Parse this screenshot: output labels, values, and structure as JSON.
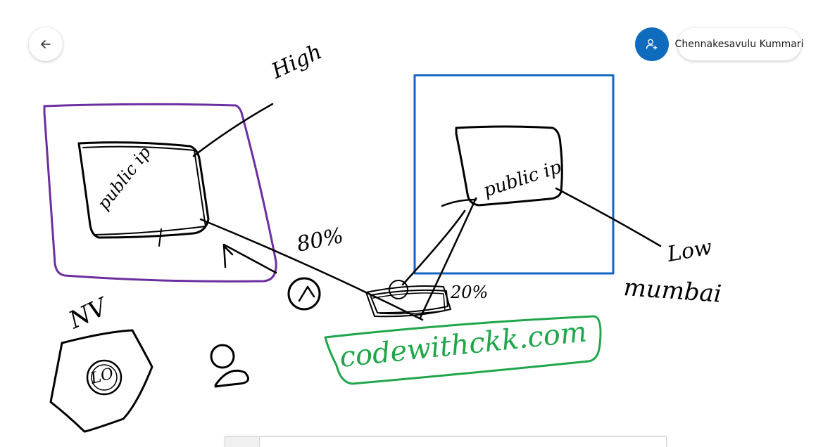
{
  "header": {
    "back_icon": "arrow-left-icon",
    "share_icon": "person-add-icon",
    "user_name": "Chennakesavulu Kummari"
  },
  "colors": {
    "accent": "#0f6cbd",
    "ink_black": "#000000",
    "ink_purple": "#6b2fa0",
    "ink_blue": "#1565c0",
    "ink_green": "#1fa64a"
  },
  "canvas": {
    "labels": {
      "high": "High",
      "public_left": "public ip",
      "public_right": "public ip",
      "percent_80": "80%",
      "percent_20": "20%",
      "low": "Low",
      "mumbai": "mumbai",
      "nv": "NV",
      "lo": "LO",
      "website": "codewithckk.com"
    }
  }
}
